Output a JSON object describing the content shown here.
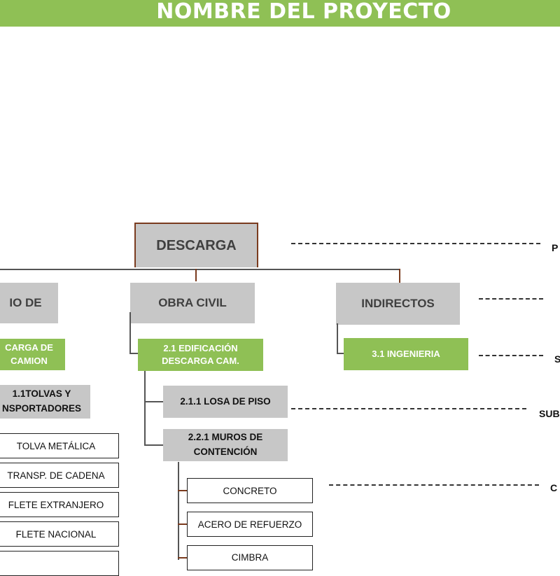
{
  "header": {
    "title": "NOMBRE DEL PROYECTO"
  },
  "root": {
    "label": "DESCARGA"
  },
  "branches": {
    "left": {
      "label": "IO DE"
    },
    "civil": {
      "label": "OBRA CIVIL"
    },
    "indirect": {
      "label": "INDIRECTOS"
    }
  },
  "green_items": {
    "left": {
      "line1": "CARGA DE",
      "line2": "CAMION"
    },
    "civil": {
      "line1": "2.1 EDIFICACIÓN",
      "line2": "DESCARGA CAM."
    },
    "indirect": {
      "line1": "3.1 INGENIERIA"
    }
  },
  "sub_items": {
    "left": {
      "line1": "1.1TOLVAS Y",
      "line2": "NSPORTADORES"
    },
    "losa": {
      "line1": "2.1.1  LOSA DE PISO"
    },
    "muros": {
      "line1": "2.2.1 MUROS DE",
      "line2": "CONTENCIÓN"
    }
  },
  "left_items": [
    "TOLVA METÁLICA",
    "TRANSP. DE CADENA",
    "FLETE EXTRANJERO",
    "FLETE NACIONAL"
  ],
  "muros_items": [
    "CONCRETO",
    "ACERO DE REFUERZO",
    "CIMBRA"
  ],
  "level_labels": {
    "l1": "P",
    "l3": "S",
    "l4": "SUB",
    "l5": "C"
  }
}
